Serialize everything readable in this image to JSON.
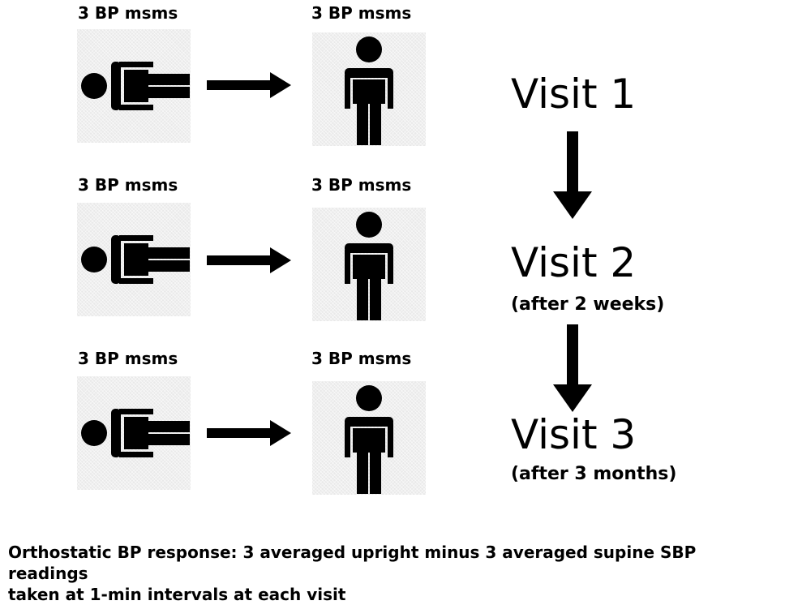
{
  "rows": [
    {
      "supine_label": "3 BP msms",
      "upright_label": "3 BP msms"
    },
    {
      "supine_label": "3 BP msms",
      "upright_label": "3 BP msms"
    },
    {
      "supine_label": "3 BP msms",
      "upright_label": "3 BP msms"
    }
  ],
  "visits": [
    {
      "title": "Visit 1",
      "subtitle": ""
    },
    {
      "title": "Visit 2",
      "subtitle": "(after 2 weeks)"
    },
    {
      "title": "Visit 3",
      "subtitle": "(after 3 months)"
    }
  ],
  "footnote": {
    "line1": "Orthostatic BP response: 3 averaged upright minus 3 averaged supine SBP readings",
    "line2": "taken at 1-min intervals at each visit"
  }
}
